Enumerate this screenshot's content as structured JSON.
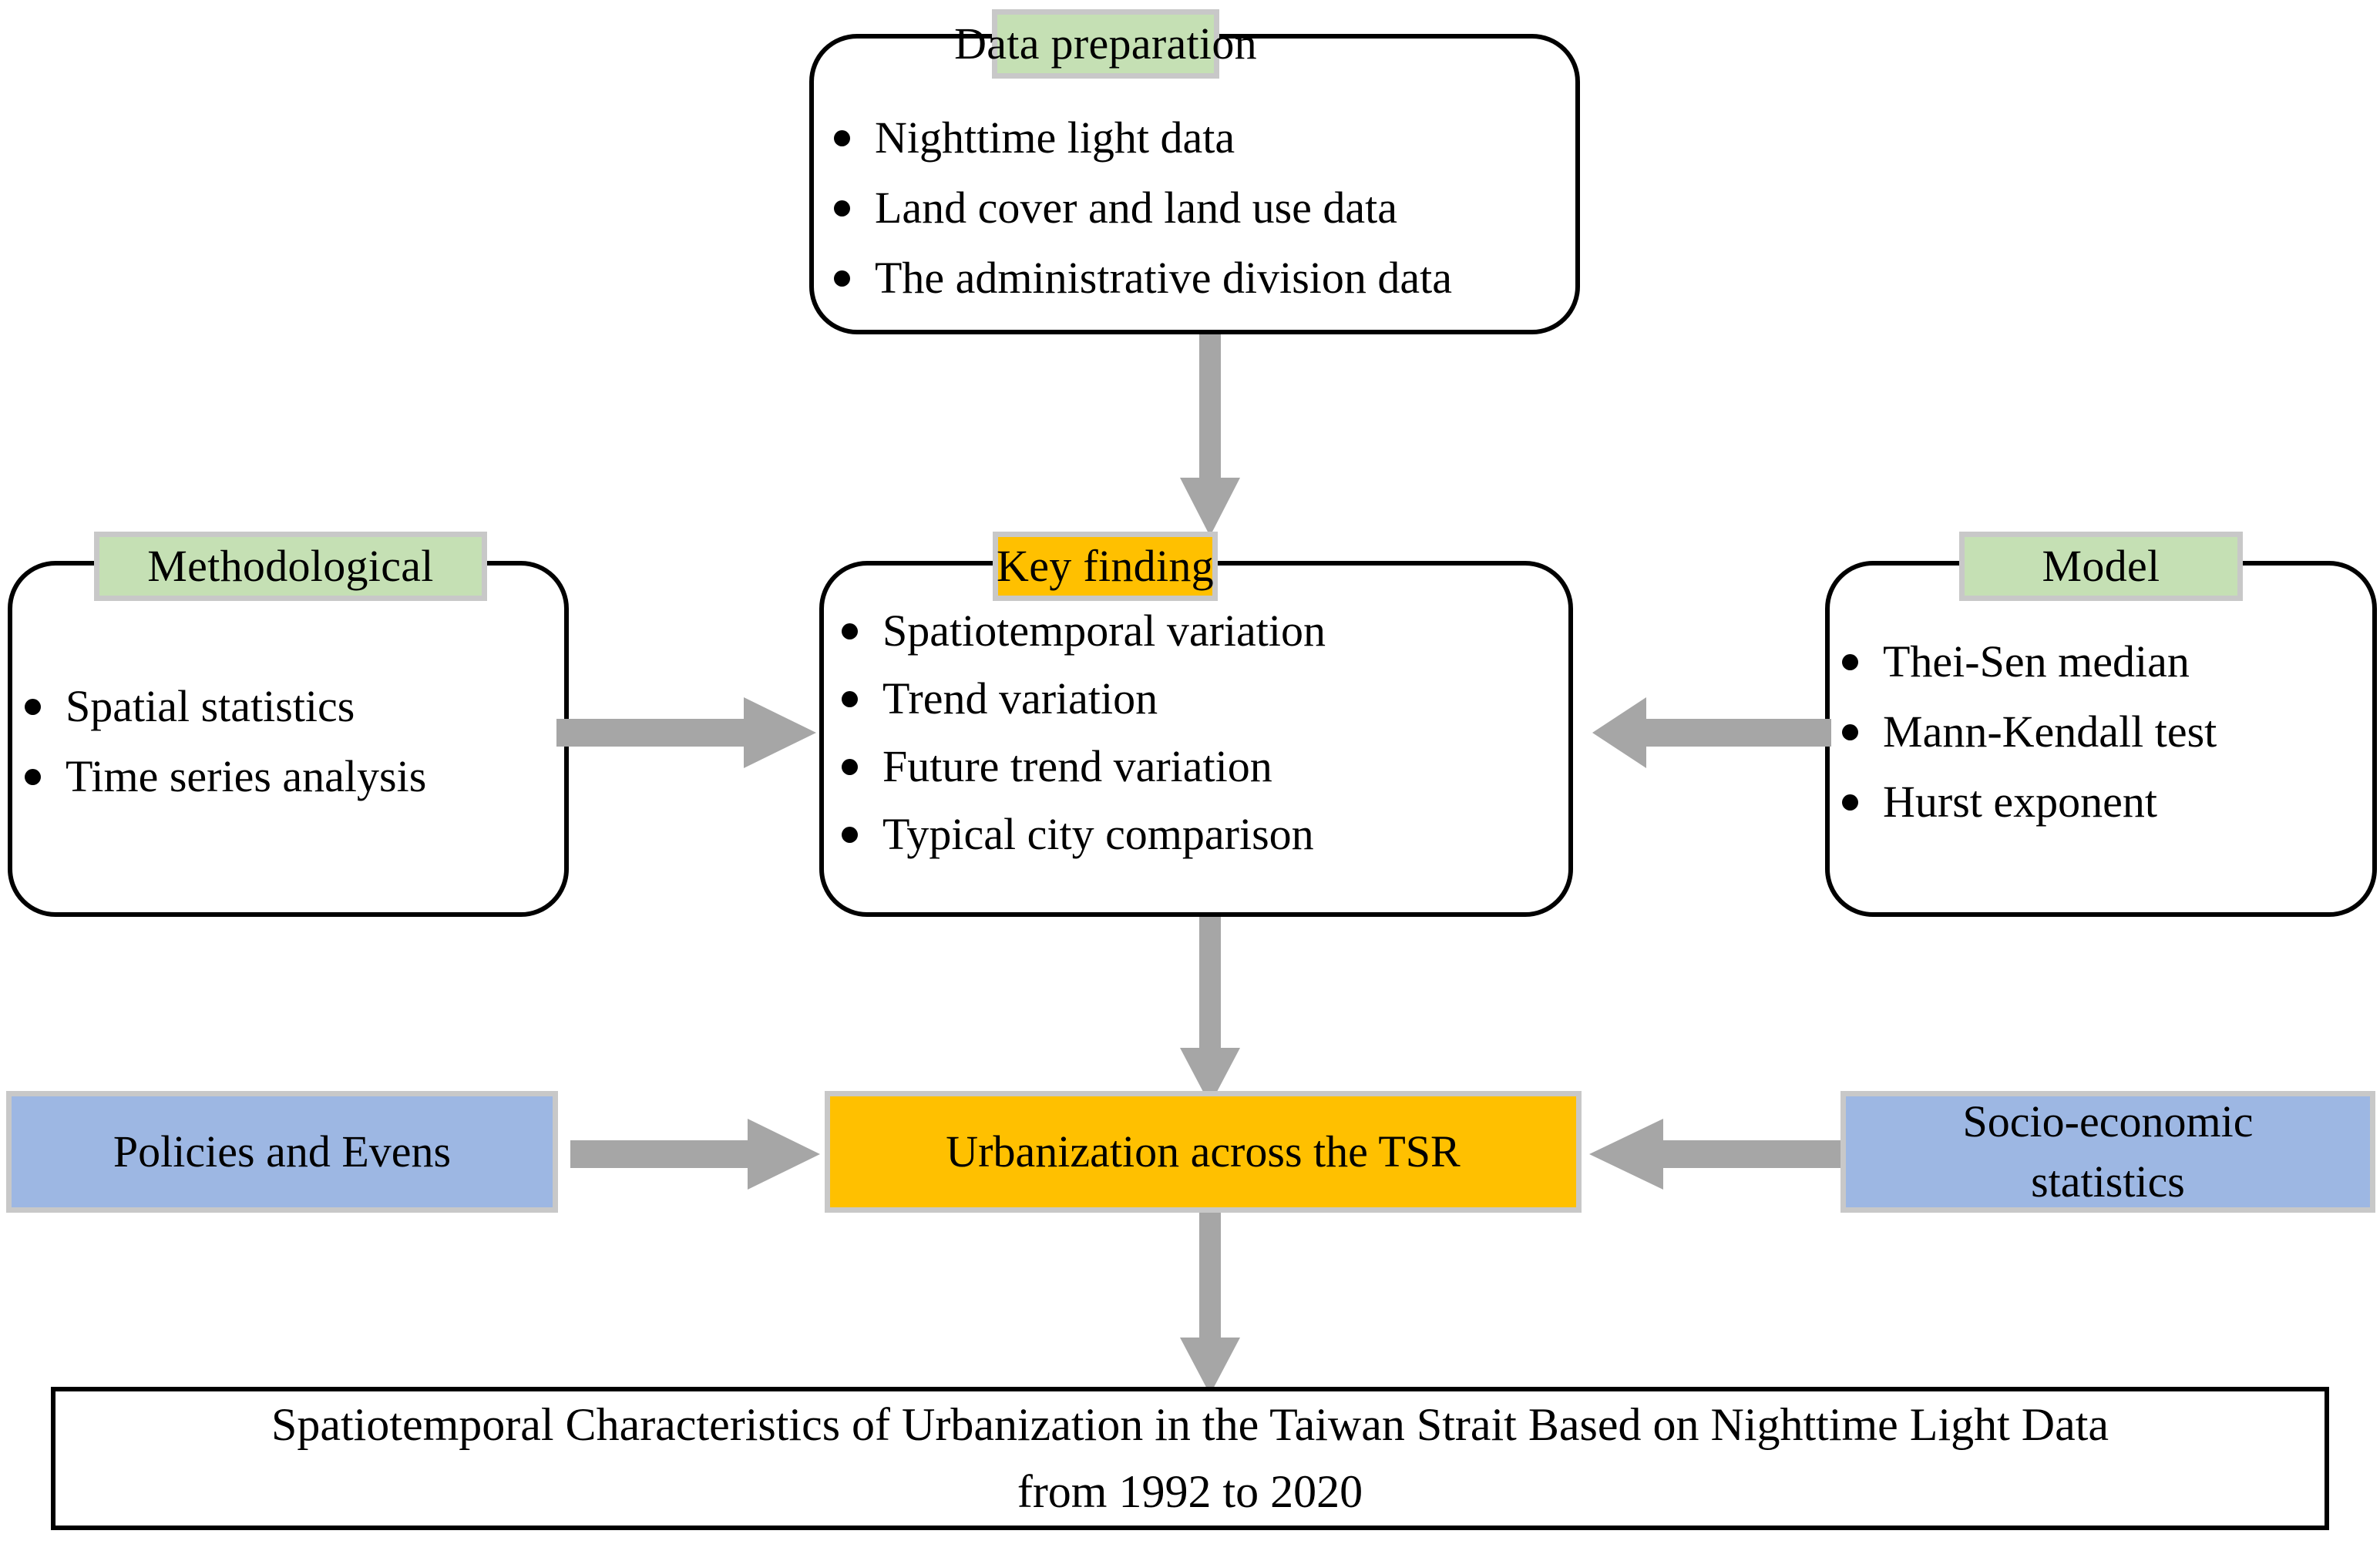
{
  "diagram": {
    "title": "Research framework flowchart",
    "colors": {
      "chip_green": "#c5e0b4",
      "accent_orange": "#ffc000",
      "box_blue": "#9db7e3",
      "arrow_gray": "#a6a6a6",
      "chip_border_gray": "#c8c8c8",
      "outline_black": "#000000"
    }
  },
  "data_preparation": {
    "header": "Data preparation",
    "items": [
      "Nighttime light data",
      "Land cover and land use data",
      "The administrative division data"
    ]
  },
  "methodological": {
    "header": "Methodological",
    "items": [
      "Spatial statistics",
      "Time series analysis"
    ]
  },
  "key_finding": {
    "header": "Key finding",
    "items": [
      "Spatiotemporal variation",
      "Trend variation",
      "Future trend variation",
      "Typical city comparison"
    ]
  },
  "model": {
    "header": "Model",
    "items": [
      "Thei-Sen median",
      "Mann-Kendall test",
      "Hurst exponent"
    ]
  },
  "policies": {
    "label": "Policies and Evens"
  },
  "urbanization": {
    "label": "Urbanization across the TSR"
  },
  "socio_economic": {
    "line1": "Socio-economic",
    "line2": "statistics"
  },
  "paper_title": {
    "line1": "Spatiotemporal Characteristics of Urbanization in the Taiwan Strait Based on Nighttime Light Data",
    "line2": "from 1992 to 2020"
  },
  "arrows": [
    {
      "name": "data-preparation-to-key-finding",
      "direction": "down"
    },
    {
      "name": "methodological-to-key-finding",
      "direction": "right"
    },
    {
      "name": "model-to-key-finding",
      "direction": "left"
    },
    {
      "name": "key-finding-to-urbanization",
      "direction": "down"
    },
    {
      "name": "policies-to-urbanization",
      "direction": "right"
    },
    {
      "name": "socio-economic-to-urbanization",
      "direction": "left"
    },
    {
      "name": "urbanization-to-paper-title",
      "direction": "down"
    }
  ]
}
